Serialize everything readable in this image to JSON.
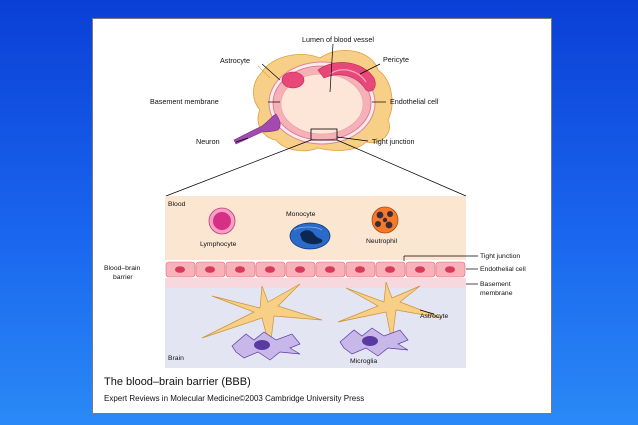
{
  "colors": {
    "background": "#1a5ae6",
    "blood_region": "#fbe6d2",
    "brain_region": "#e3e6f2",
    "astrocyte": "#f8cf86",
    "endothelial": "#f4a6ae",
    "pericyte": "#e8477a",
    "neuron": "#a24ab0"
  },
  "top_labels": {
    "lumen": "Lumen of blood vessel",
    "astrocyte": "Astrocyte",
    "pericyte": "Pericyte",
    "basement_membrane": "Basement membrane",
    "endothelial_cell": "Endothelial cell",
    "neuron": "Neuron",
    "tight_junction": "Tight junction"
  },
  "detail": {
    "blood": "Blood",
    "monocyte": "Monocyte",
    "lymphocyte": "Lymphocyte",
    "neutrophil": "Neutrophil",
    "bbb_label_line1": "Blood–brain",
    "bbb_label_line2": "barrier",
    "tight_junction": "Tight junction",
    "endothelial_cell": "Endothelial cell",
    "basement_line1": "Basement",
    "basement_line2": "membrane",
    "astrocyte": "Astrocyte",
    "brain": "Brain",
    "microglia": "Microglia"
  },
  "caption": {
    "title": "The blood–brain barrier (BBB)",
    "credit": "Expert Reviews in Molecular Medicine©2003 Cambridge University Press"
  }
}
